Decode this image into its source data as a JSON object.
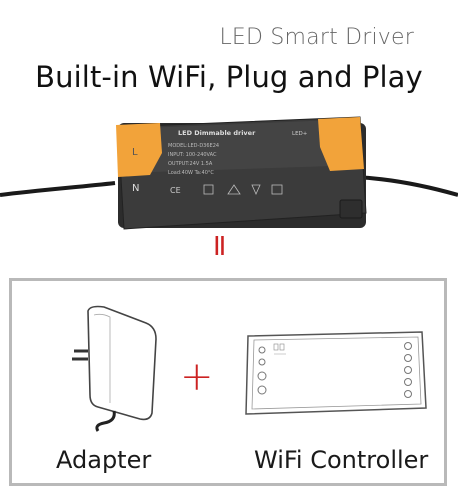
{
  "header": {
    "subtitle": "LED Smart Driver",
    "title": "Built-in WiFi, Plug and Play"
  },
  "driver_label": {
    "heading": "LED Dimmable driver",
    "line1": "MODEL:LED-D36E24",
    "line2": "INPUT: 100-240VAC",
    "line3": "OUTPUT:24V 1.5A",
    "line4": "Load:40W  Ta:40°C",
    "certs": "CE",
    "side_mark": "LED+",
    "terminal_l": "L",
    "terminal_n": "N"
  },
  "equals_sign": "II",
  "plus_sign": "+",
  "items": [
    {
      "label": "Adapter"
    },
    {
      "label": "WiFi Controller"
    }
  ],
  "colors": {
    "accent_red": "#cc2222",
    "driver_body": "#3a3a3a",
    "terminal_orange": "#f2a33a",
    "box_border": "#b9b9b9"
  }
}
